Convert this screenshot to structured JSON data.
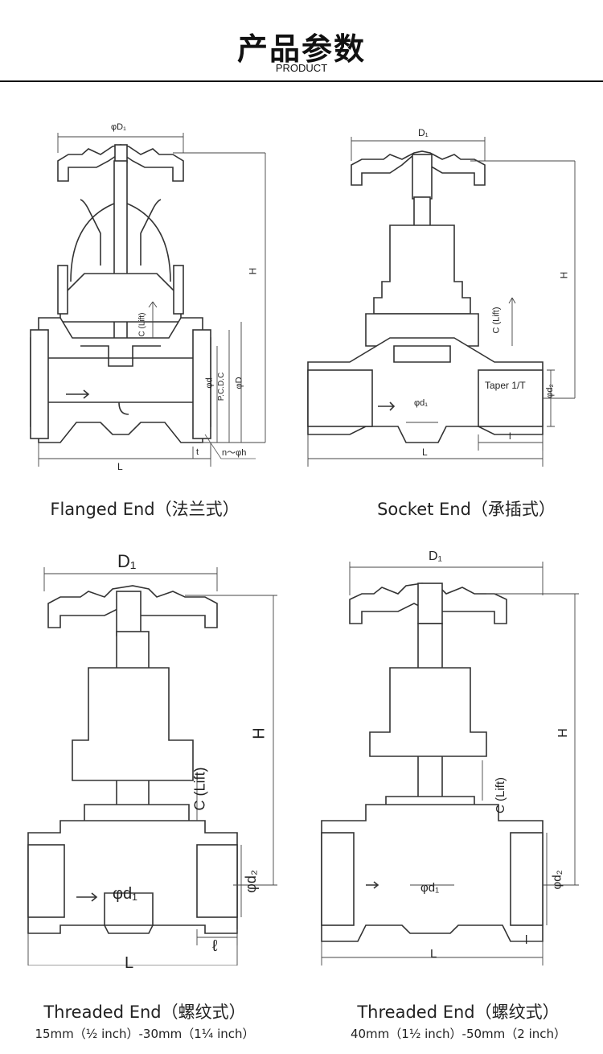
{
  "header": {
    "title_cn": "产品参数",
    "title_en": "PRODUCT"
  },
  "panels": {
    "flanged": {
      "caption": "Flanged End（法兰式）",
      "labels": {
        "d1": "φD₁",
        "h": "H",
        "c": "C (Lift)",
        "d": "φd",
        "pcd": "P.C.D.C",
        "D": "φD",
        "t": "t",
        "nh": "n～φh",
        "l": "L"
      }
    },
    "socket": {
      "caption": "Socket End（承插式）",
      "labels": {
        "d1": "D₁",
        "h": "H",
        "c": "C (Lift)",
        "taper": "Taper 1/T",
        "d2": "φd₂",
        "dd1": "φd₁",
        "l_small": "l",
        "l": "L"
      }
    },
    "threaded_small": {
      "caption": "Threaded End（螺纹式）",
      "subcaption": "15mm（½ inch）-30mm（1¼ inch）",
      "labels": {
        "d1": "D₁",
        "h": "H",
        "c": "C (Lift)",
        "d2": "φd₂",
        "dd1": "φd₁",
        "l_small": "ℓ",
        "l": "L"
      }
    },
    "threaded_large": {
      "caption": "Threaded End（螺纹式）",
      "subcaption": "40mm（1½ inch）-50mm（2 inch）",
      "labels": {
        "d1": "D₁",
        "h": "H",
        "c": "C (Lift)",
        "d2": "φd₂",
        "dd1": "φd₁",
        "l_small": "l",
        "l": "L"
      }
    }
  }
}
